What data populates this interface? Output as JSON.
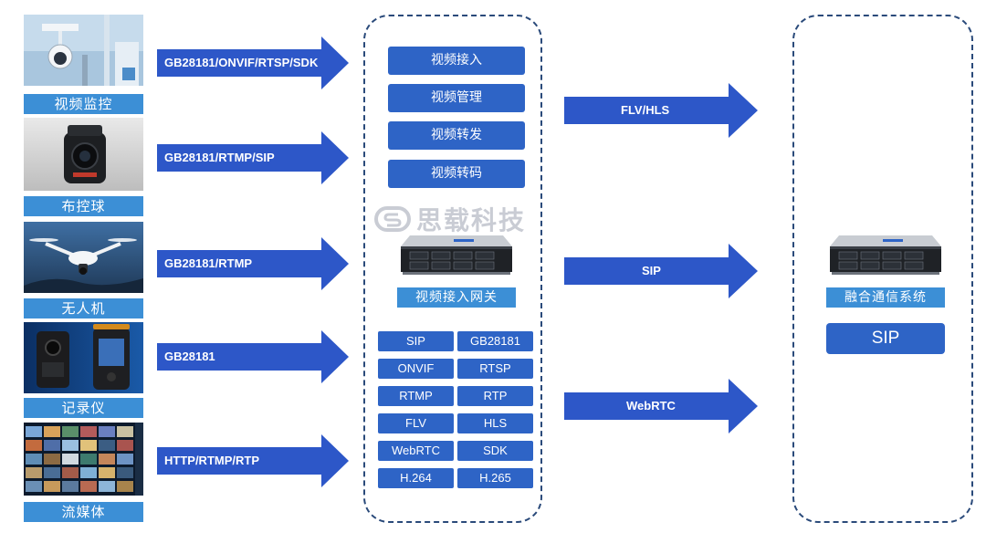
{
  "sources": [
    {
      "caption": "视频监控",
      "protocols": "GB28181/ONVIF/RTSP/SDK"
    },
    {
      "caption": "布控球",
      "protocols": "GB28181/RTMP/SIP"
    },
    {
      "caption": "无人机",
      "protocols": "GB28181/RTMP"
    },
    {
      "caption": "记录仪",
      "protocols": "GB28181"
    },
    {
      "caption": "流媒体",
      "protocols": "HTTP/RTMP/RTP"
    }
  ],
  "gateway": {
    "functions": [
      "视频接入",
      "视频管理",
      "视频转发",
      "视频转码"
    ],
    "watermark": "思载科技",
    "label": "视频接入网关",
    "protocols": [
      "SIP",
      "GB28181",
      "ONVIF",
      "RTSP",
      "RTMP",
      "RTP",
      "FLV",
      "HLS",
      "WebRTC",
      "SDK",
      "H.264",
      "H.265"
    ]
  },
  "outputs": [
    "FLV/HLS",
    "SIP",
    "WebRTC"
  ],
  "fusion": {
    "label": "融合通信系统",
    "protocol": "SIP"
  },
  "colors": {
    "arrow": "#2d57c8",
    "button": "#2e64c6",
    "caption": "#3c8fd6",
    "dash": "#2a4a7a",
    "watermark": "#c9ccd4"
  }
}
